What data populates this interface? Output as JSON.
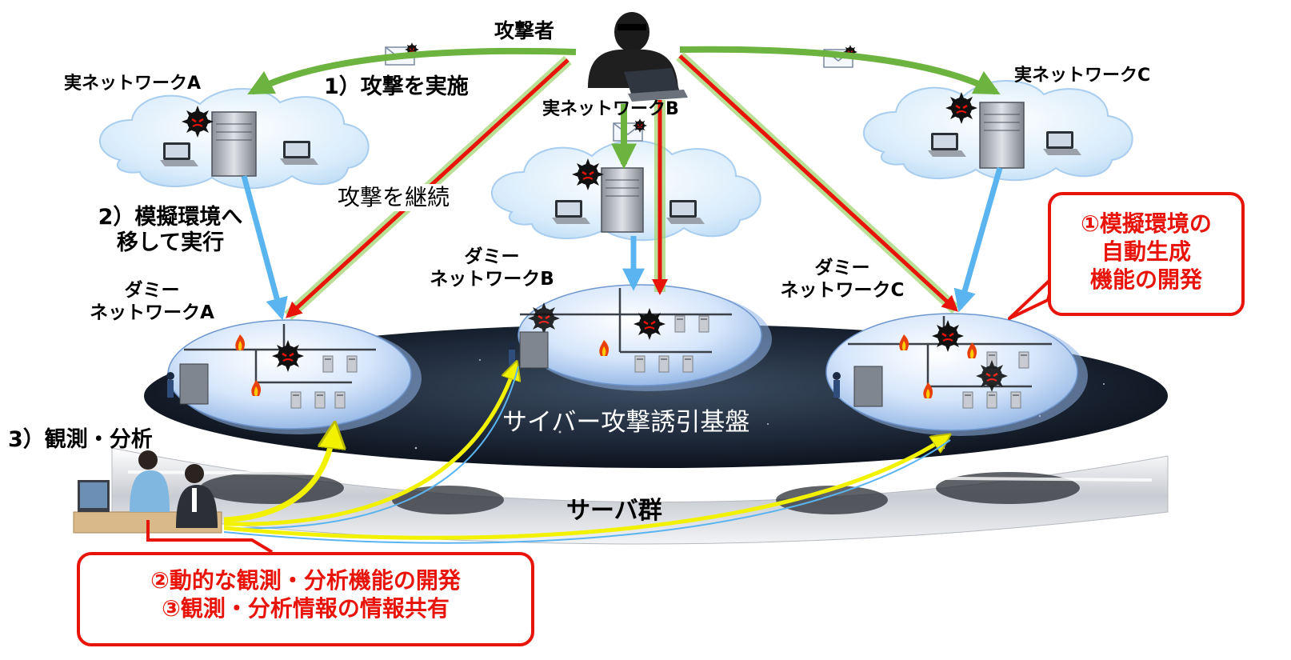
{
  "labels": {
    "attacker": "攻撃者",
    "step1": "1）攻撃を実施",
    "continue_attack": "攻撃を継続",
    "step2_line1": "2）模擬環境へ",
    "step2_line2": "移して実行",
    "step3": "3）観測・分析",
    "real_network_a": "実ネットワークA",
    "real_network_b": "実ネットワークB",
    "real_network_c": "実ネットワークC",
    "dummy_a_line1": "ダミー",
    "dummy_a_line2": "ネットワークA",
    "dummy_b_line1": "ダミー",
    "dummy_b_line2": "ネットワークB",
    "dummy_c_line1": "ダミー",
    "dummy_c_line2": "ネットワークC",
    "platform": "サイバー攻撃誘引基盤",
    "server_group": "サーバ群"
  },
  "callouts": {
    "dev1_line1": "①模擬環境の",
    "dev1_line2": "自動生成",
    "dev1_line3": "機能の開発",
    "dev2": "②動的な観測・分析機能の開発",
    "dev3": "③観測・分析情報の情報共有"
  },
  "colors": {
    "attack_red": "#e8140a",
    "mail_green": "#6db33f",
    "transfer_blue": "#5ab4f0",
    "feedback_yellow": "#f2f200",
    "callout_red": "#e8140a"
  }
}
